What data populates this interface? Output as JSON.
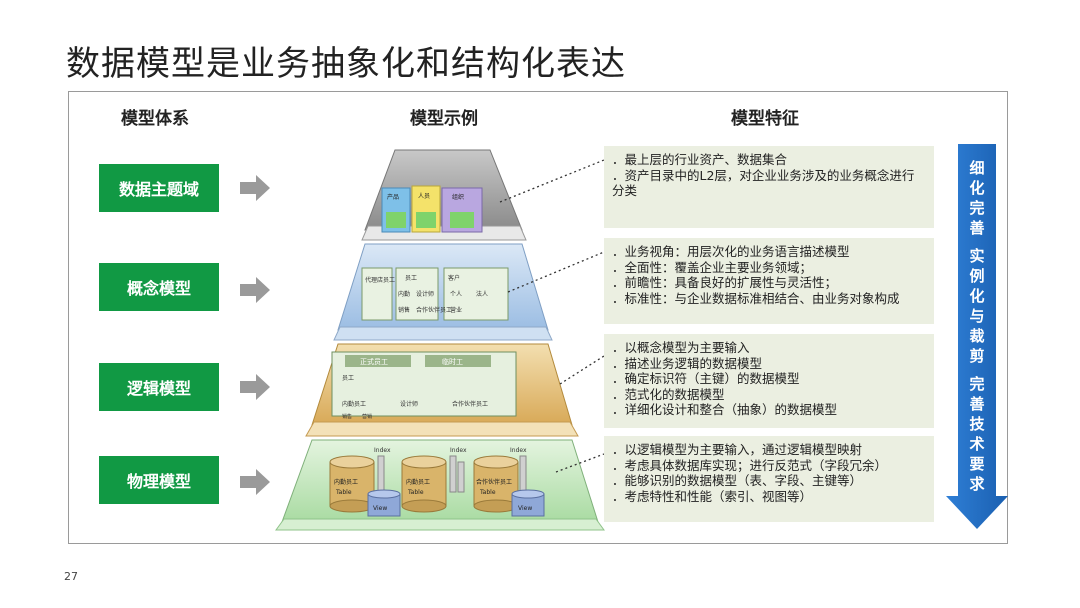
{
  "title": "数据模型是业务抽象化和结构化表达",
  "headers": {
    "system": "模型体系",
    "example": "模型示例",
    "feature": "模型特征"
  },
  "layers": [
    {
      "label": "数据主题域",
      "features": [
        "．最上层的行业资产、数据集合",
        "．资产目录中的L2层，对企业业务涉及的业务概念进行分类"
      ]
    },
    {
      "label": "概念模型",
      "features": [
        "．业务视角：用层次化的业务语言描述模型",
        "．全面性：覆盖企业主要业务领域；",
        "．前瞻性：具备良好的扩展性与灵活性；",
        "．标准性：与企业数据标准相结合、由业务对象构成"
      ]
    },
    {
      "label": "逻辑模型",
      "features": [
        "．以概念模型为主要输入",
        "．描述业务逻辑的数据模型",
        "．确定标识符（主键）的数据模型",
        "．范式化的数据模型",
        "．详细化设计和整合（抽象）的数据模型"
      ]
    },
    {
      "label": "物理模型",
      "features": [
        "．以逻辑模型为主要输入，通过逻辑模型映射",
        "．考虑具体数据库实现；进行反范式（字段冗余）",
        "．能够识别的数据模型（表、字段、主键等）",
        "．考虑特性和性能（索引、视图等）"
      ]
    }
  ],
  "pyramid": {
    "top": [
      "产品",
      "人员",
      "组织"
    ],
    "concept": [
      "代理店员工",
      "员工",
      "客户",
      "内勤",
      "设计师",
      "个人",
      "法人",
      "销售",
      "营业",
      "合作伙伴员工"
    ],
    "logic": [
      "正式员工",
      "临时工",
      "员工",
      "内勤员工",
      "设计师",
      "合作伙伴员工",
      "销售",
      "营销"
    ],
    "physical": [
      "Index",
      "Index",
      "Index",
      "内勤员工",
      "Table",
      "内勤员工",
      "Table",
      "合作伙伴员工",
      "Table",
      "View",
      "View"
    ]
  },
  "side_arrow": [
    "细",
    "化",
    "完",
    "善",
    " ",
    "实",
    "例",
    "化",
    "与",
    "裁",
    "剪",
    " ",
    "完",
    "善",
    "技",
    "术",
    "要",
    "求"
  ],
  "page_number": "27",
  "colors": {
    "green_box": "#119944",
    "desc_bg": "#ebefe1",
    "arrow_blue": "#1f6fc9",
    "gray_arrow": "#9a9a9a"
  }
}
